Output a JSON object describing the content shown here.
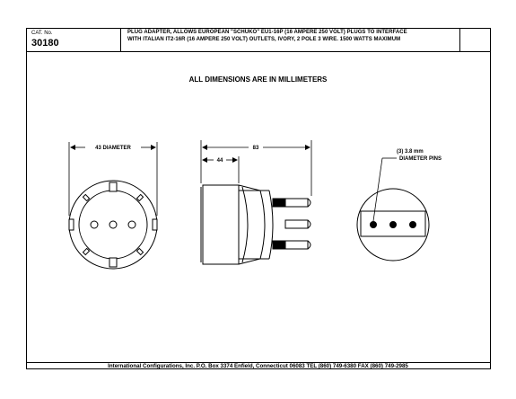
{
  "header": {
    "cat_label": "CAT. No.",
    "cat_number": "30180",
    "description_line1": "PLUG ADAPTER, ALLOWS EUROPEAN \"SCHUKO\" EU1-16P (16 AMPERE 250 VOLT) PLUGS TO INTERFACE",
    "description_line2": "WITH ITALIAN IT2-16R (16 AMPERE 250 VOLT) OUTLETS, IVORY, 2 POLE 3 WIRE. 1500 WATTS MAXIMUM"
  },
  "drawing": {
    "units_note": "ALL DIMENSIONS ARE IN MILLIMETERS",
    "front_view": {
      "diameter_label": "43 DIAMETER"
    },
    "side_view": {
      "overall_length_label": "83",
      "body_length_label": "44"
    },
    "pin_view": {
      "pin_label_line1": "(3) 3.8 mm",
      "pin_label_line2": "DIAMETER PINS"
    }
  },
  "footer": {
    "text": "International Configurations, Inc.  P.O. Box 3374  Enfield, Connecticut 06083  TEL (860) 749-6380  FAX (860) 749-2985"
  }
}
